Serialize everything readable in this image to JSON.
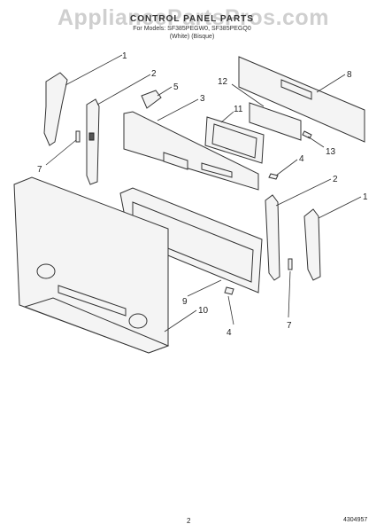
{
  "watermark": "AppliancePartsPros.com",
  "header": {
    "title": "CONTROL PANEL PARTS",
    "line2": "For Models: SF385PEGW0, SF385PEGQ0",
    "line3": "(White)     (Bisque)"
  },
  "callouts": {
    "c1a": "1",
    "c2a": "2",
    "c5": "5",
    "c3": "3",
    "c8": "8",
    "c12": "12",
    "c11": "11",
    "c7a": "7",
    "c13": "13",
    "c4a": "4",
    "c2b": "2",
    "c1b": "1",
    "c9": "9",
    "c10": "10",
    "c4b": "4",
    "c7b": "7"
  },
  "footer": {
    "page": "2",
    "doc_number": "4304957"
  }
}
